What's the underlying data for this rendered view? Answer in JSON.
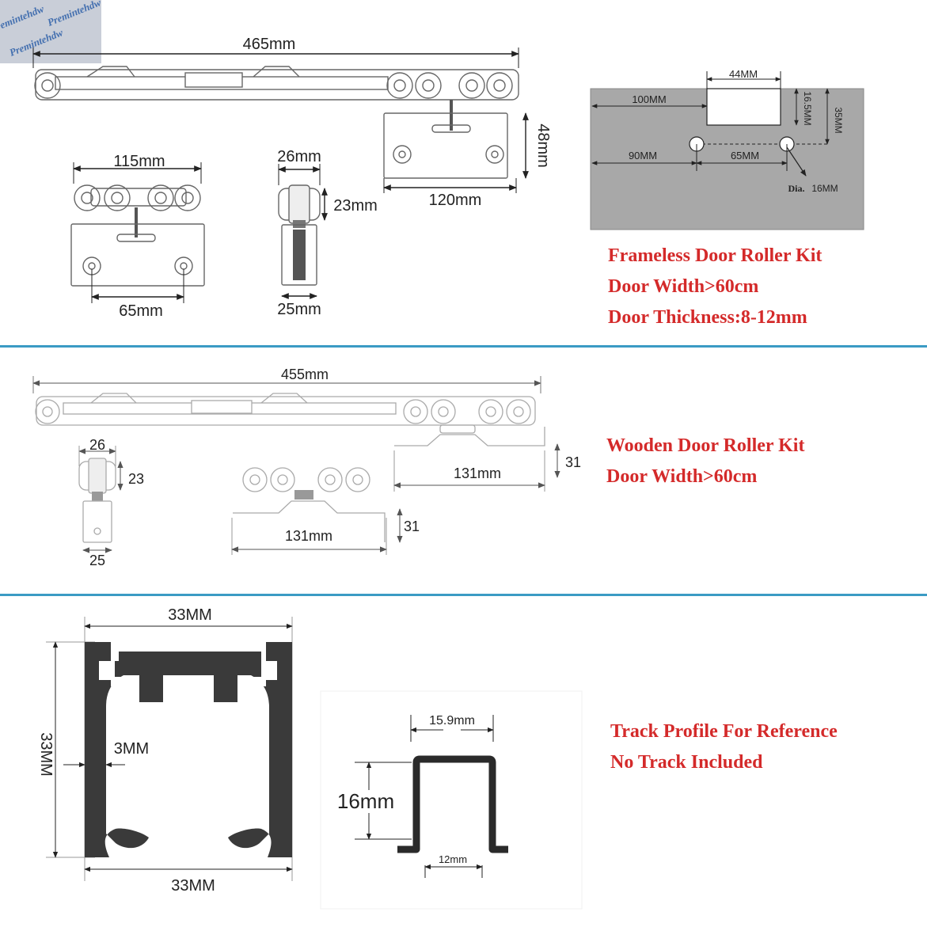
{
  "watermark": {
    "text": "Premintehdw"
  },
  "frameless": {
    "total_length": "465mm",
    "bracket_height": "48mm",
    "bracket_width": "120mm",
    "roller_span": "115mm",
    "hole_spacing": "65mm",
    "wheel_width": "26mm",
    "wheel_height": "23mm",
    "clamp_width": "25mm",
    "door_cut": {
      "notch_width": "44MM",
      "notch_offset": "100MM",
      "notch_depth": "16.5MM",
      "hole_depth": "35MM",
      "hole_offset": "90MM",
      "hole_spacing": "65MM",
      "hole_diameter_label": "Dia.",
      "hole_diameter_value": "16MM"
    },
    "caption_lines": [
      "Frameless Door Roller Kit",
      "Door Width>60cm",
      "Door Thickness:8-12mm"
    ]
  },
  "wooden": {
    "total_length": "455mm",
    "wheel_width": "26",
    "wheel_height": "23",
    "base_width": "25",
    "plate_length_right": "131mm",
    "plate_height_right": "31",
    "plate_length_left": "131mm",
    "plate_height_left": "31",
    "caption_lines": [
      "Wooden Door Roller Kit",
      "Door Width>60cm"
    ]
  },
  "track": {
    "width_top": "33MM",
    "width_bottom": "33MM",
    "height": "33MM",
    "wall": "3MM",
    "small_width_top": "15.9mm",
    "small_height": "16mm",
    "small_width_bottom": "12mm",
    "caption_lines": [
      "Track Profile For Reference",
      "No Track Included"
    ]
  },
  "colors": {
    "accent": "#d42a2a",
    "divider": "#3b9bc4",
    "door_panel": "#a8a8a8",
    "track_fill": "#3a3a3a"
  }
}
